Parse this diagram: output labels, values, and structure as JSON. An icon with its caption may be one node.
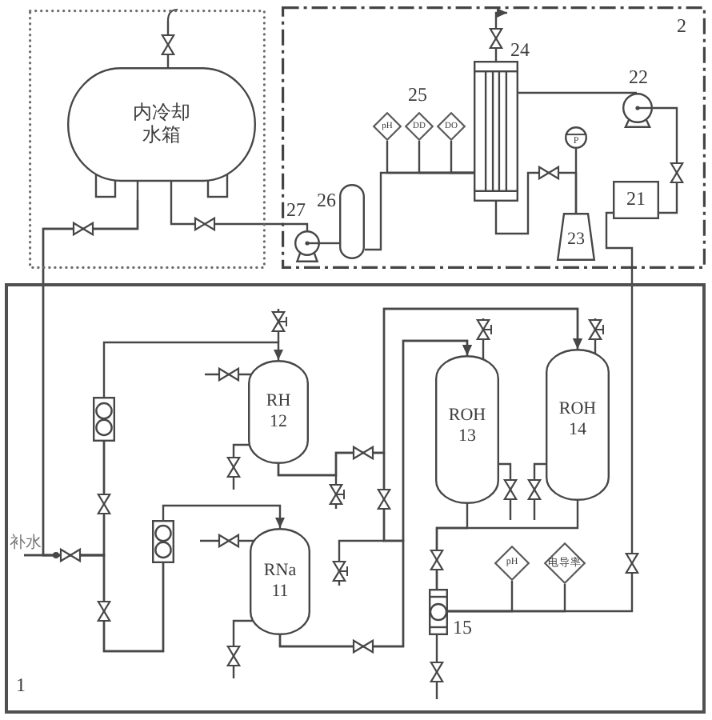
{
  "diagram": {
    "nodes": [
      {
        "text": [],
        "shape": "box"
      },
      {
        "text": [
          "内冷却水箱"
        ],
        "in": 0
      },
      {
        "text": [
          "2"
        ]
      },
      {
        "text": [],
        "shape": "circle",
        "beside": [
          "27"
        ],
        "in": 2
      },
      {
        "text": [],
        "shape": "cylinder",
        "beside": [
          "26"
        ],
        "in": 2
      },
      {
        "text": [
          "pH"
        ],
        "in": 2
      },
      {
        "text": [
          "DD"
        ],
        "in": 2
      },
      {
        "text": [
          "DO"
        ],
        "in": 2
      },
      {
        "text": [],
        "shape": "box",
        "beside": [
          "24"
        ],
        "in": 2
      },
      {
        "text": [],
        "shape": "circle",
        "beside": [
          "22"
        ],
        "in": 2
      },
      {
        "text": [
          "P"
        ],
        "in": 2
      },
      {
        "text": [
          "21"
        ],
        "in": 2
      },
      {
        "text": [
          "23"
        ],
        "in": 2
      },
      {
        "text": [
          "1"
        ]
      },
      {
        "text": [
          "RH 12"
        ],
        "in": 13
      },
      {
        "text": [],
        "shape": "box",
        "in": 13
      },
      {
        "text": [
          "ROH 13"
        ],
        "in": 13
      },
      {
        "text": [
          "ROH 14"
        ],
        "in": 13
      },
      {
        "text": [
          "补水"
        ],
        "in": 13
      },
      {
        "text": [],
        "shape": "box",
        "in": 13
      },
      {
        "text": [
          "RNa 11"
        ],
        "in": 13
      },
      {
        "text": [
          "pH"
        ],
        "in": 13
      },
      {
        "text": [
          "电导率"
        ],
        "in": 13
      },
      {
        "text": [],
        "shape": "box",
        "beside": [
          "15"
        ],
        "in": 13
      }
    ],
    "edges": [
      {
        "from": 1,
        "to": 3,
        "arrow": "none"
      },
      {
        "from": 3,
        "to": 4,
        "arrow": "none"
      },
      {
        "from": 4,
        "to": 8,
        "arrow": "none"
      },
      {
        "from": 5,
        "to": 8,
        "arrow": "none"
      },
      {
        "from": 6,
        "to": 8,
        "arrow": "none"
      },
      {
        "from": 7,
        "to": 8,
        "arrow": "none"
      },
      {
        "from": 8,
        "to": 9,
        "arrow": "none"
      },
      {
        "from": 9,
        "to": 11,
        "arrow": "none"
      },
      {
        "from": 8,
        "to": 12,
        "arrow": "none"
      },
      {
        "from": 10,
        "to": 12,
        "arrow": "none"
      },
      {
        "from": 8,
        "to": null,
        "arrow": "to"
      },
      {
        "from": 11,
        "to": 23,
        "arrow": "none"
      },
      {
        "from": 1,
        "to": 15,
        "arrow": "none"
      },
      {
        "from": 1,
        "to": 19,
        "arrow": "none"
      },
      {
        "from": 18,
        "to": 15,
        "arrow": "none"
      },
      {
        "from": 18,
        "to": 19,
        "arrow": "none"
      },
      {
        "from": 15,
        "to": 14,
        "arrow": "to"
      },
      {
        "from": 19,
        "to": 20,
        "arrow": "to"
      },
      {
        "from": 14,
        "to": 17,
        "arrow": "to"
      },
      {
        "from": 14,
        "to": 16,
        "arrow": "to"
      },
      {
        "from": 20,
        "to": 16,
        "arrow": "to"
      },
      {
        "from": 20,
        "to": 17,
        "arrow": "to"
      },
      {
        "from": 16,
        "to": 23,
        "arrow": "none"
      },
      {
        "from": 17,
        "to": 23,
        "arrow": "none"
      },
      {
        "from": 21,
        "to": 23,
        "arrow": "none"
      },
      {
        "from": 22,
        "to": 23,
        "arrow": "none"
      }
    ],
    "labels": [
      "25"
    ]
  }
}
